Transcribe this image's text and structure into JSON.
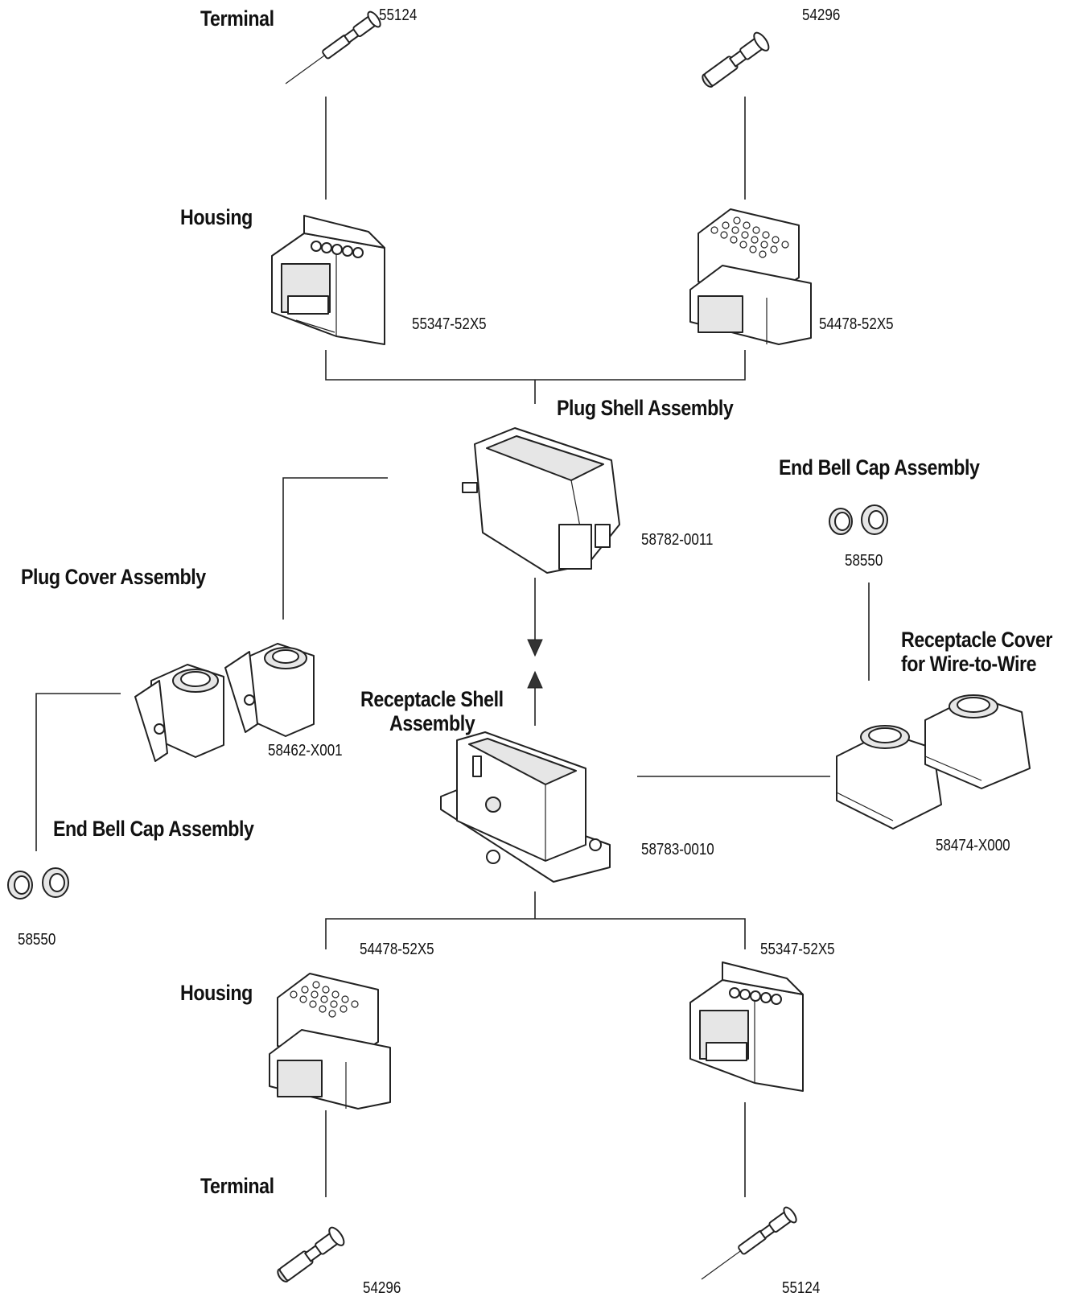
{
  "labels": {
    "terminal_top": "Terminal",
    "housing_top": "Housing",
    "plug_shell": "Plug Shell Assembly",
    "end_bell_right": "End Bell Cap Assembly",
    "plug_cover": "Plug Cover Assembly",
    "receptacle_cover_line1": "Receptacle Cover",
    "receptacle_cover_line2": "for Wire-to-Wire",
    "receptacle_shell_line1": "Receptacle Shell",
    "receptacle_shell_line2": "Assembly",
    "end_bell_left": "End Bell Cap Assembly",
    "housing_bottom": "Housing",
    "terminal_bottom": "Terminal"
  },
  "part_numbers": {
    "terminal_top_left": "55124",
    "terminal_top_right": "54296",
    "housing_top_left": "55347-52X5",
    "housing_top_right": "54478-52X5",
    "plug_shell": "58782-0011",
    "end_bell_right": "58550",
    "plug_cover": "58462-X001",
    "receptacle_shell": "58783-0010",
    "receptacle_cover": "58474-X000",
    "end_bell_left": "58550",
    "housing_bottom_left": "54478-52X5",
    "housing_bottom_right": "55347-52X5",
    "terminal_bottom_left": "54296",
    "terminal_bottom_right": "55124"
  }
}
